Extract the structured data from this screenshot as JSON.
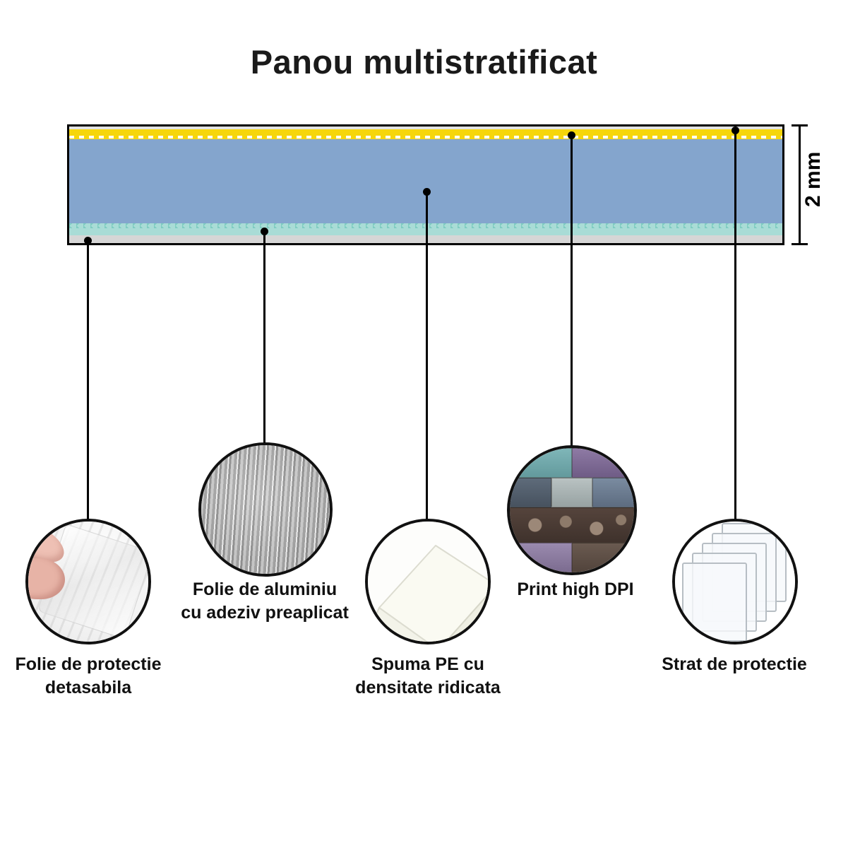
{
  "title": "Panou multistratificat",
  "dimension": {
    "label": "2 mm"
  },
  "panel_layers": {
    "protective_top_color": "#f6d60b",
    "core_color": "#84a5cd",
    "aluminium_color": "#a9dcd6",
    "bottom_film_color": "#d6d6d6"
  },
  "callouts": [
    {
      "id": "folie-protectie-detasabila",
      "label_line1": "Folie de protectie",
      "label_line2": "detasabila",
      "image": "hand-with-transparent-film"
    },
    {
      "id": "folie-aluminiu",
      "label_line1": "Folie de aluminiu",
      "label_line2": "cu adeziv preaplicat",
      "image": "aluminium-foil-texture"
    },
    {
      "id": "spuma-pe",
      "label_line1": "Spuma PE cu",
      "label_line2": "densitate ridicata",
      "image": "white-foam-corner"
    },
    {
      "id": "print-high-dpi",
      "label_line1": "Print high DPI",
      "label_line2": "",
      "image": "wood-plank-print"
    },
    {
      "id": "strat-protectie",
      "label_line1": "Strat de protectie",
      "label_line2": "",
      "image": "stacked-clear-sheets"
    }
  ]
}
